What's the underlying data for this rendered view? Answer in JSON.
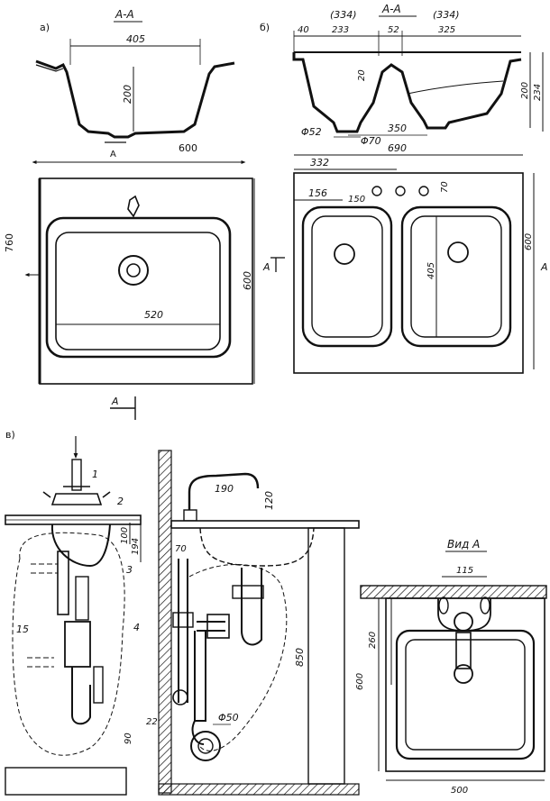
{
  "figure": {
    "panel_a": {
      "letter": "а)",
      "section_title": "А-А",
      "dims": {
        "top_width": "405",
        "depth": "200",
        "overall_width": "600",
        "overall_height": "760",
        "plan_depth": "600",
        "bowl_width": "520"
      },
      "section_mark": "А"
    },
    "panel_b": {
      "letter": "б)",
      "section_title": "А-А",
      "dims": {
        "left_paren": "(334)",
        "right_paren": "(334)",
        "d40": "40",
        "d233": "233",
        "d52": "52",
        "d325": "325",
        "d20": "20",
        "d200": "200",
        "d234": "234",
        "phi52": "Φ52",
        "phi70": "Φ70",
        "d350": "350",
        "d690": "690",
        "d332": "332",
        "d156": "156",
        "d150": "150",
        "d70": "70",
        "d405": "405",
        "d600": "600"
      },
      "section_mark": "А"
    },
    "panel_v": {
      "letter": "в)",
      "callouts": [
        "1",
        "2",
        "3",
        "4",
        "15"
      ],
      "dims": {
        "d100": "100",
        "d194": "194",
        "d90": "90",
        "d190": "190",
        "d120": "120",
        "d70": "70",
        "d850": "850",
        "d22": "22",
        "phi50": "Φ50"
      },
      "view_title": "Вид А",
      "view_dims": {
        "d115": "115",
        "d260": "260",
        "d600": "600",
        "d500": "500"
      }
    }
  }
}
